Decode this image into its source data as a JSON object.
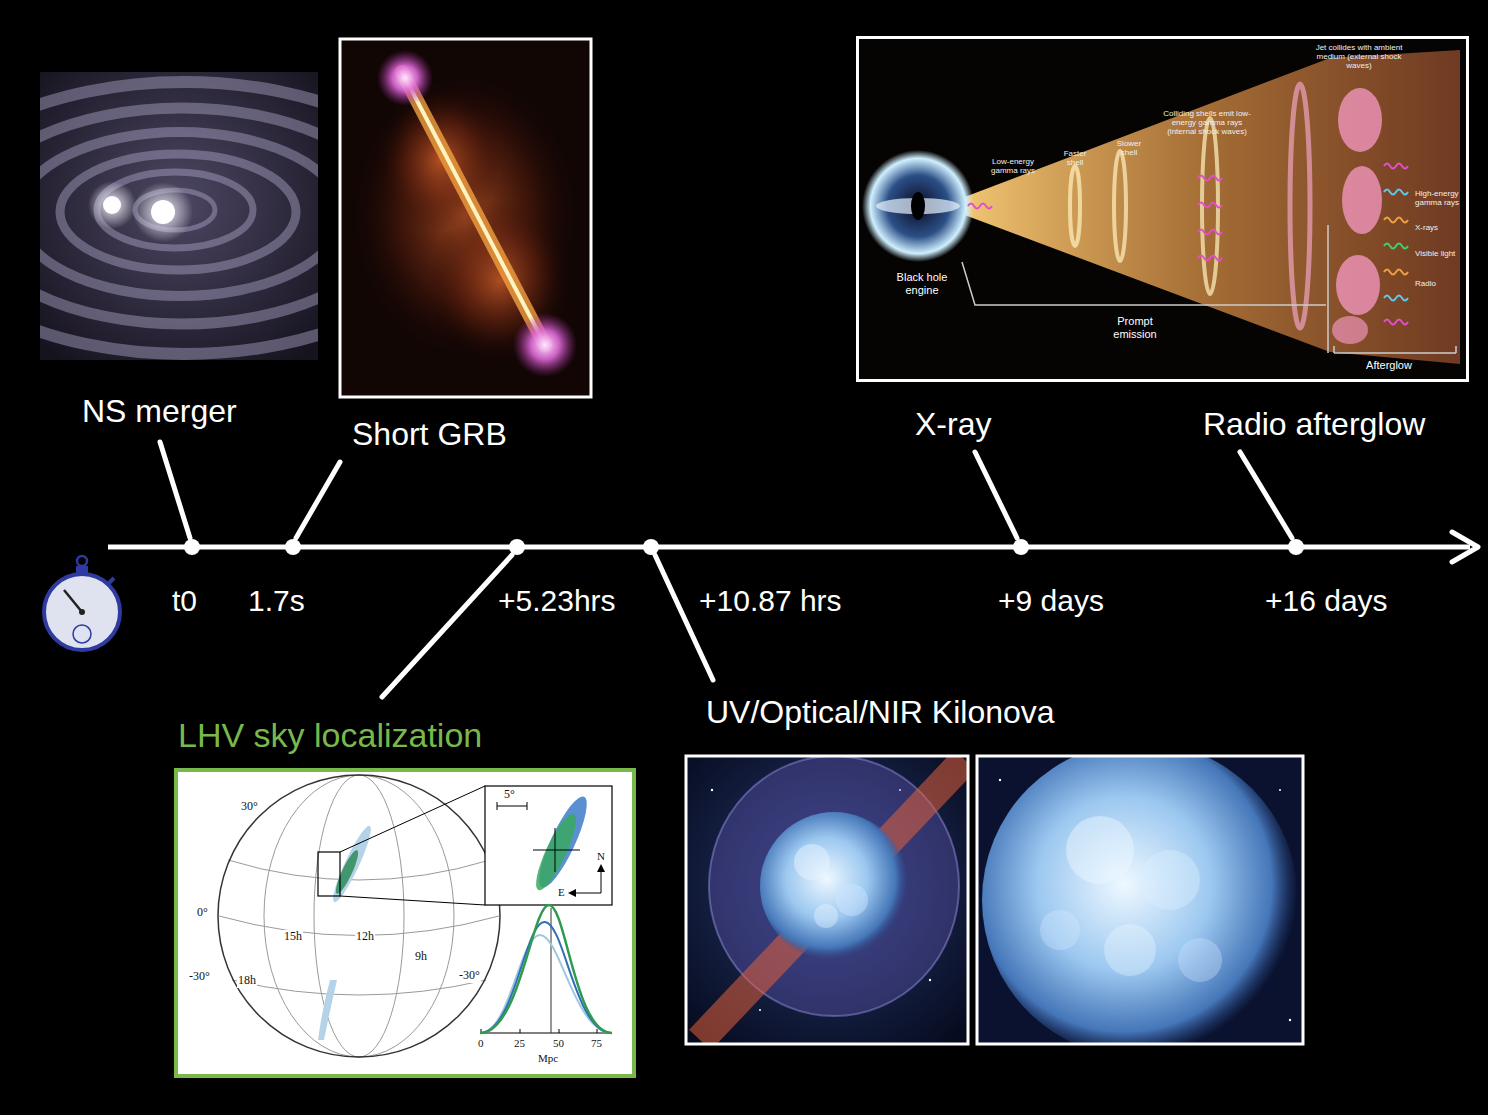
{
  "diagram": {
    "nodes": [
      {
        "text": [
          "Black hole engine",
          "Low-energy gamma rays",
          "Faster shell",
          "Slower shell",
          "Colliding shells emit low-energy gamma rays (internal shock waves)",
          "Jet collides with ambient medium (external shock waves)",
          "High-energy gamma rays",
          "X-rays",
          "Visible light",
          "Radio",
          "Prompt emission",
          "Afterglow"
        ]
      },
      {
        "text": [
          "LHV sky localization"
        ]
      }
    ],
    "labels": [
      "NS merger",
      "Short GRB",
      "X-ray",
      "Radio afterglow",
      "t0",
      "1.7s",
      "+5.23hrs",
      "+10.87 hrs",
      "+9 days",
      "+16 days",
      "UV/Optical/NIR Kilonova",
      "30°",
      "0°",
      "-30°",
      "15h",
      "12h",
      "9h",
      "18h",
      "-30°",
      "5°",
      "N",
      "E",
      "0",
      "25",
      "50",
      "75",
      "Mpc"
    ]
  }
}
